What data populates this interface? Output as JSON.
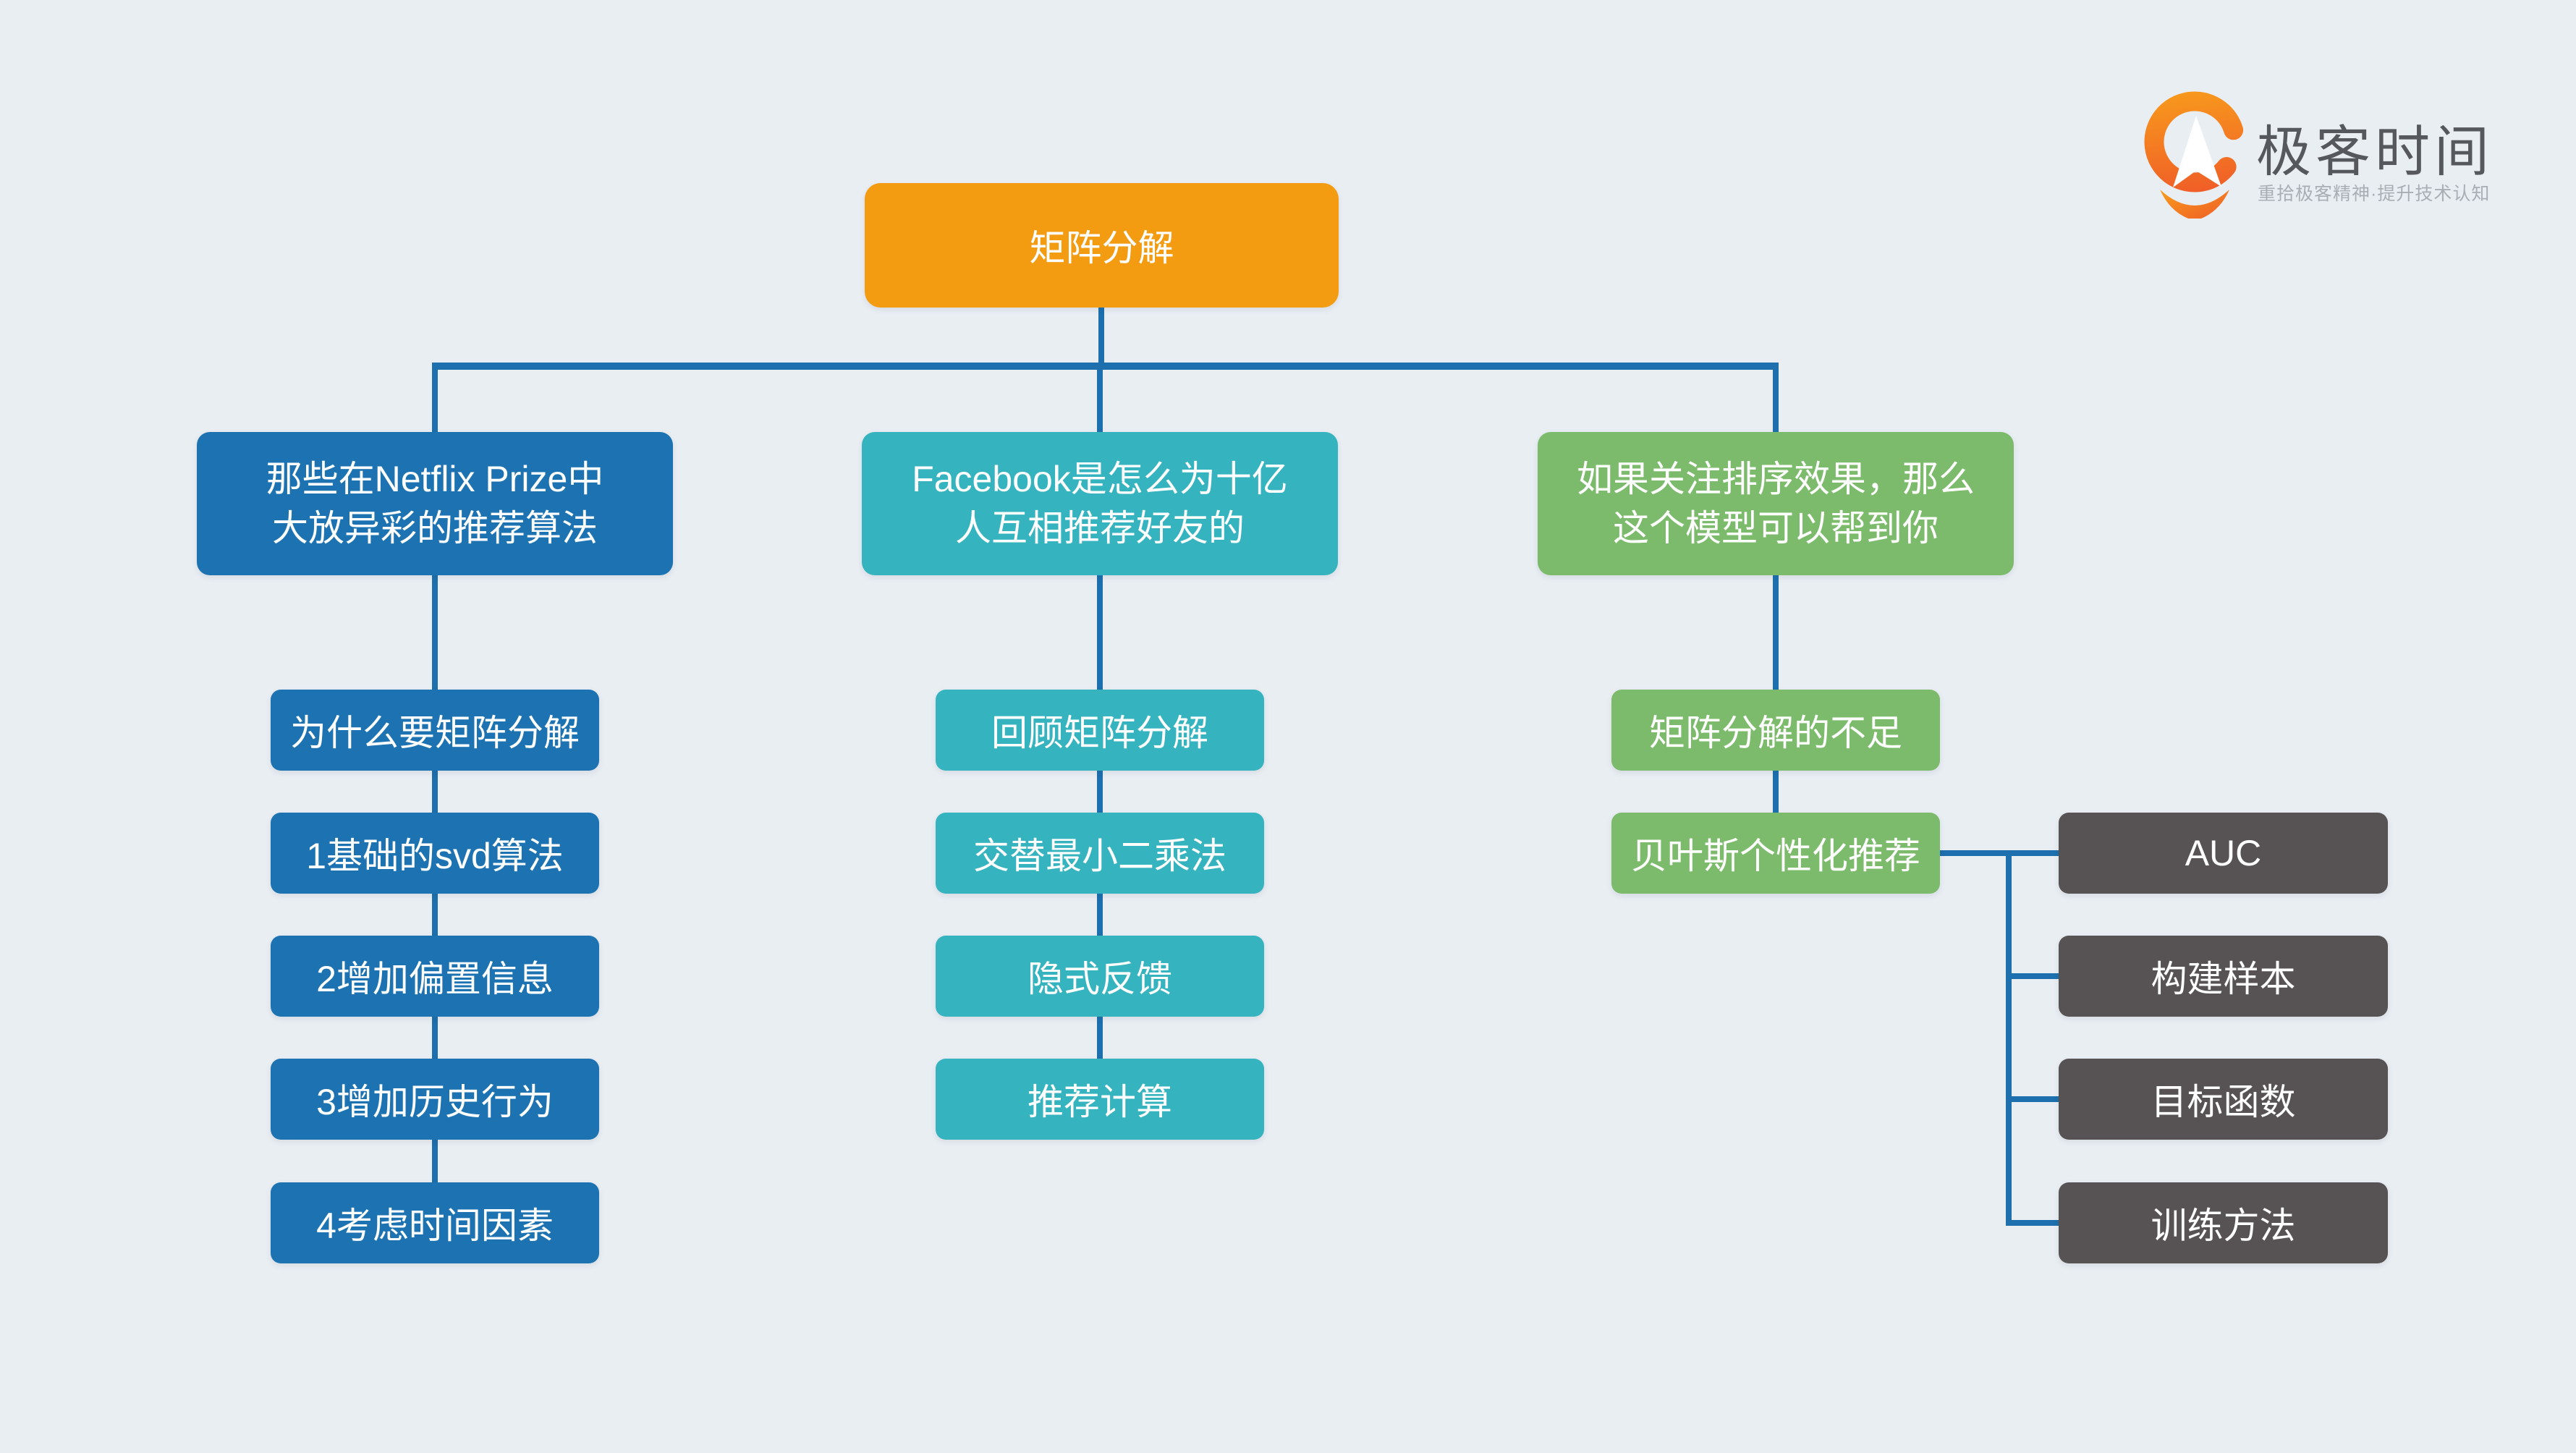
{
  "logo": {
    "name": "极客时间",
    "tagline": "重拾极客精神·提升技术认知"
  },
  "diagram": {
    "root": {
      "label": "矩阵分解"
    },
    "branches": [
      {
        "label": "那些在Netflix Prize中\n大放异彩的推荐算法",
        "children": [
          "为什么要矩阵分解",
          "1基础的svd算法",
          "2增加偏置信息",
          "3增加历史行为",
          "4考虑时间因素"
        ]
      },
      {
        "label": "Facebook是怎么为十亿\n人互相推荐好友的",
        "children": [
          "回顾矩阵分解",
          "交替最小二乘法",
          "隐式反馈",
          "推荐计算"
        ]
      },
      {
        "label": "如果关注排序效果，那么\n这个模型可以帮到你",
        "children": [
          "矩阵分解的不足",
          "贝叶斯个性化推荐"
        ]
      }
    ],
    "leaf_group": {
      "parent": "贝叶斯个性化推荐",
      "items": [
        "AUC",
        "构建样本",
        "目标函数",
        "训练方法"
      ]
    }
  },
  "palette": {
    "background": "#e9eef3",
    "root_orange": "#f39b11",
    "branch_blue": "#1d73b2",
    "branch_teal": "#35b3be",
    "branch_green": "#7cbb6b",
    "leaf_gray": "#575354",
    "connector_blue": "#1d6fad",
    "logo_orange": "#f26d21",
    "logo_title_gray": "#55585c",
    "logo_tagline_gray": "#a8aeb4"
  }
}
